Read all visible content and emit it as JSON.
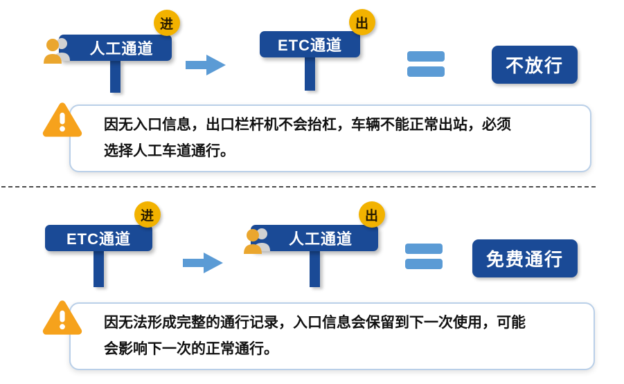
{
  "colors": {
    "navy": "#1a4a96",
    "light_blue": "#5b9bd5",
    "gold": "#f2b200",
    "orange": "#f6a21c",
    "icon_gold": "#eaa62e",
    "icon_gray": "#d2d2d2"
  },
  "scenarios": [
    {
      "entry": {
        "label": "人工通道",
        "badge": "进"
      },
      "exit": {
        "label": "ETC通道",
        "badge": "出"
      },
      "result": "不放行",
      "note": "因无入口信息，出口栏杆机不会抬杠，车辆不能正常出站，必须\n选择人工车道通行。"
    },
    {
      "entry": {
        "label": "ETC通道",
        "badge": "进"
      },
      "exit": {
        "label": "人工通道",
        "badge": "出"
      },
      "result": "免费通行",
      "note": "因无法形成完整的通行记录，入口信息会保留到下一次使用，可能\n会影响下一次的正常通行。"
    }
  ],
  "icons": {
    "person": "person-icon",
    "warning": "warning-icon",
    "arrow": "arrow-right-icon",
    "equals": "equals-icon"
  }
}
